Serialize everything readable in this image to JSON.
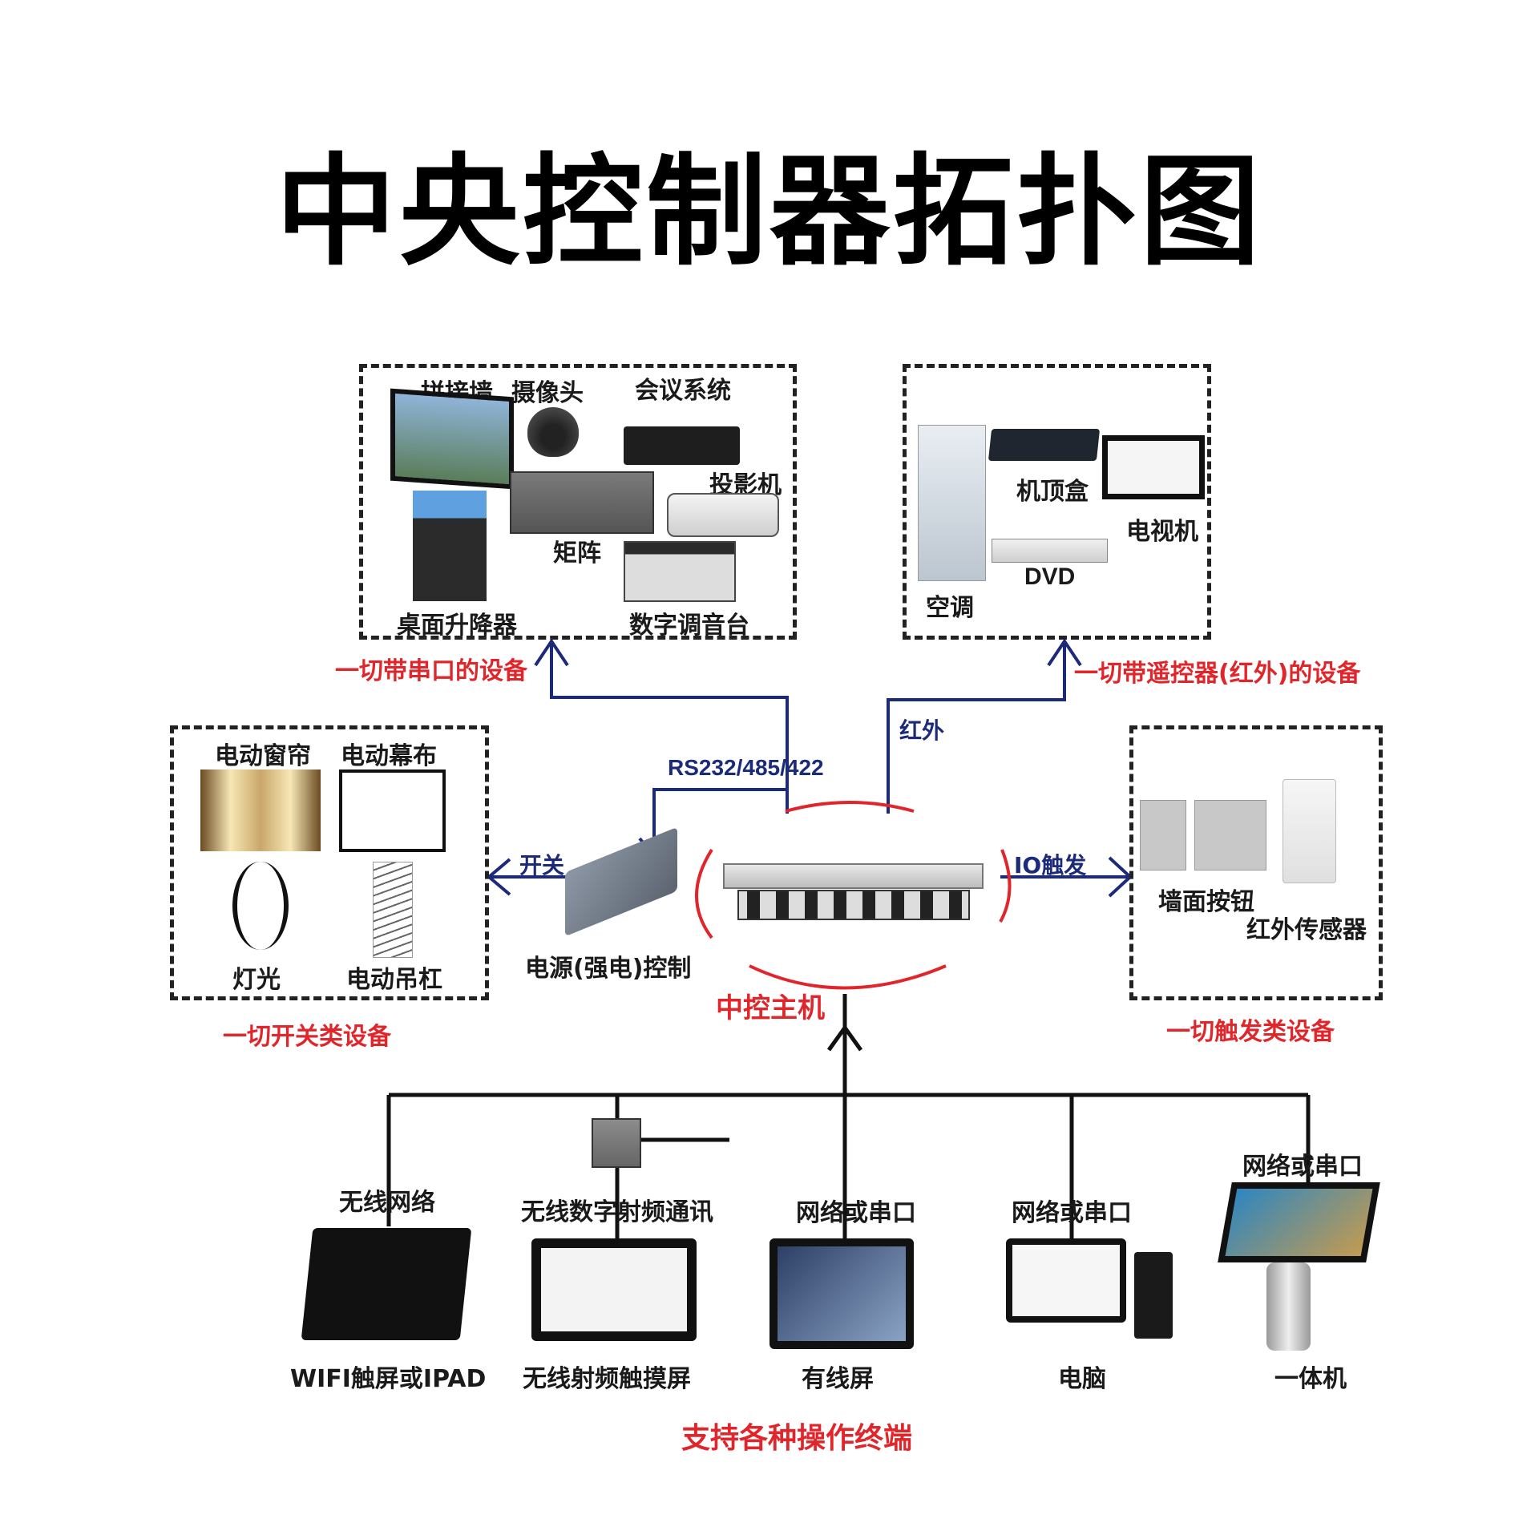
{
  "title": "中央控制器拓扑图",
  "colors": {
    "line_blue": "#1c2a7a",
    "caption_red": "#e0262b",
    "bus_black": "#111111",
    "dashed_border": "#222222"
  },
  "groups": {
    "serial": {
      "caption": "一切带串口的设备",
      "items": [
        "拼接墙",
        "摄像头",
        "会议系统",
        "投影机",
        "矩阵",
        "桌面升降器",
        "数字调音台"
      ]
    },
    "infrared": {
      "caption": "一切带遥控器(红外)的设备",
      "items": [
        "机顶盒",
        "电视机",
        "DVD",
        "空调"
      ]
    },
    "switch": {
      "caption": "一切开关类设备",
      "items": [
        "电动窗帘",
        "电动幕布",
        "灯光",
        "电动吊杠"
      ]
    },
    "trigger": {
      "caption": "一切触发类设备",
      "items": [
        "墙面按钮",
        "红外传感器"
      ]
    }
  },
  "links": {
    "serial": "RS232/485/422",
    "infrared": "红外",
    "switch": "开关",
    "io": "IO触发"
  },
  "center": {
    "host": "中控主机",
    "power_controller": "电源(强电)控制"
  },
  "terminals": [
    {
      "link": "无线网络",
      "name": "WIFI触屏或IPAD"
    },
    {
      "link": "无线数字射频通讯",
      "name": "无线射频触摸屏"
    },
    {
      "link": "网络或串口",
      "name": "有线屏"
    },
    {
      "link": "网络或串口",
      "name": "电脑"
    },
    {
      "link": "网络或串口",
      "name": "一体机"
    }
  ],
  "footer_caption": "支持各种操作终端"
}
